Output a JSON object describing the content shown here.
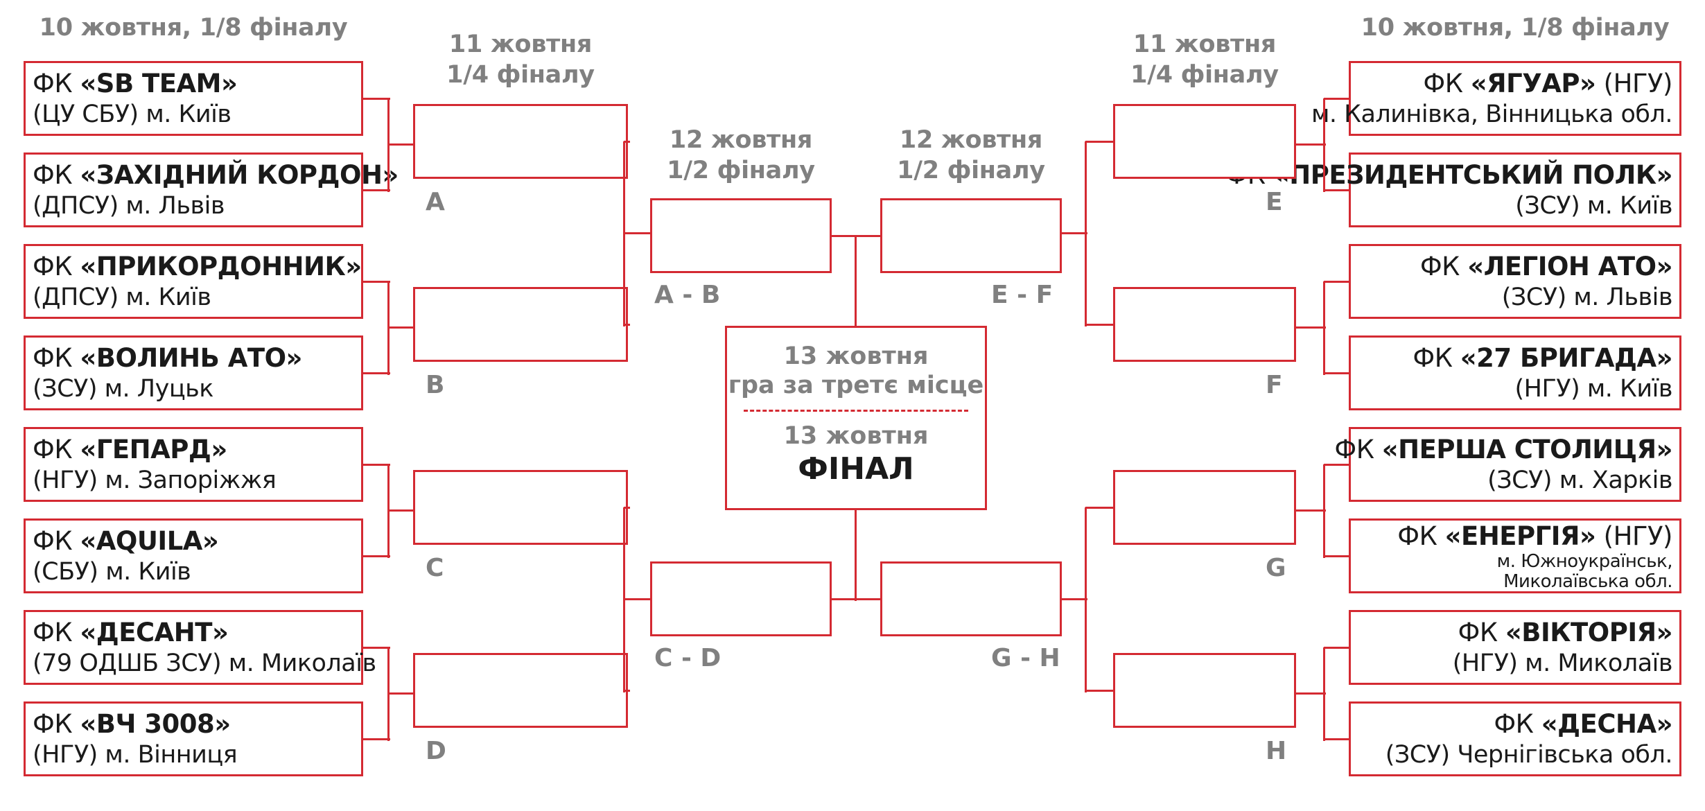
{
  "headers": {
    "r16_left": "10 жовтня, 1/8 фіналу",
    "r16_right": "10 жовтня, 1/8 фіналу",
    "qf_left": [
      "11 жовтня",
      "1/4 фіналу"
    ],
    "qf_right": [
      "11 жовтня",
      "1/4 фіналу"
    ],
    "sf_left": [
      "12 жовтня",
      "1/2 фіналу"
    ],
    "sf_right": [
      "12 жовтня",
      "1/2 фіналу"
    ]
  },
  "left_teams": [
    {
      "prefix": "ФК ",
      "name": "«SB TEAM»",
      "suffix": "",
      "line2": "(ЦУ СБУ) м. Київ"
    },
    {
      "prefix": "ФК ",
      "name": "«ЗАХІДНИЙ КОРДОН»",
      "suffix": "",
      "line2": "(ДПСУ) м. Львів"
    },
    {
      "prefix": "ФК ",
      "name": "«ПРИКОРДОННИК»",
      "suffix": "",
      "line2": "(ДПСУ) м. Київ"
    },
    {
      "prefix": "ФК ",
      "name": "«ВОЛИНЬ АТО»",
      "suffix": "",
      "line2": "(ЗСУ) м. Луцьк"
    },
    {
      "prefix": "ФК ",
      "name": "«ГЕПАРД»",
      "suffix": "",
      "line2": "(НГУ) м. Запоріжжя"
    },
    {
      "prefix": "ФК ",
      "name": "«AQUILA»",
      "suffix": "",
      "line2": "(СБУ) м. Київ"
    },
    {
      "prefix": "ФК ",
      "name": "«ДЕСАНТ»",
      "suffix": "",
      "line2": "(79 ОДШБ ЗСУ) м. Миколаїв"
    },
    {
      "prefix": "ФК ",
      "name": "«ВЧ 3008»",
      "suffix": "",
      "line2": "(НГУ) м. Вінниця"
    }
  ],
  "right_teams": [
    {
      "prefix": "ФК ",
      "name": "«ЯГУАР»",
      "suffix": " (НГУ)",
      "line2": "м. Калинівка, Вінницька обл."
    },
    {
      "prefix": "ФК ",
      "name": "«ПРЕЗИДЕНТСЬКИЙ ПОЛК»",
      "suffix": "",
      "line2": "(ЗСУ) м. Київ"
    },
    {
      "prefix": "ФК ",
      "name": "«ЛЕГІОН АТО»",
      "suffix": "",
      "line2": "(ЗСУ) м. Львів"
    },
    {
      "prefix": "ФК ",
      "name": "«27 БРИГАДА»",
      "suffix": "",
      "line2": "(НГУ) м. Київ"
    },
    {
      "prefix": "ФК ",
      "name": "«ПЕРША СТОЛИЦЯ»",
      "suffix": "",
      "line2": "(ЗСУ) м. Харків"
    },
    {
      "prefix": "ФК ",
      "name": "«ЕНЕРГІЯ»",
      "suffix": " (НГУ)",
      "line2": "м. Южноукраїнськ,",
      "line3": "Миколаївська обл."
    },
    {
      "prefix": "ФК ",
      "name": "«ВІКТОРІЯ»",
      "suffix": "",
      "line2": "(НГУ) м. Миколаїв"
    },
    {
      "prefix": "ФК ",
      "name": "«ДЕСНА»",
      "suffix": "",
      "line2": "(ЗСУ) Чернігівська обл."
    }
  ],
  "qf_labels_left": [
    "A",
    "B",
    "C",
    "D"
  ],
  "qf_labels_right": [
    "E",
    "F",
    "G",
    "H"
  ],
  "sf_labels_left": [
    "A - B",
    "C - D"
  ],
  "sf_labels_right": [
    "E - F",
    "G - H"
  ],
  "center": {
    "third_date": "13 жовтня",
    "third_title": "гра за третє місце",
    "final_date": "13 жовтня",
    "final_title": "ФІНАЛ"
  },
  "colors": {
    "bracket": "#d42a32",
    "header": "#808080",
    "text": "#1a1a1a"
  }
}
